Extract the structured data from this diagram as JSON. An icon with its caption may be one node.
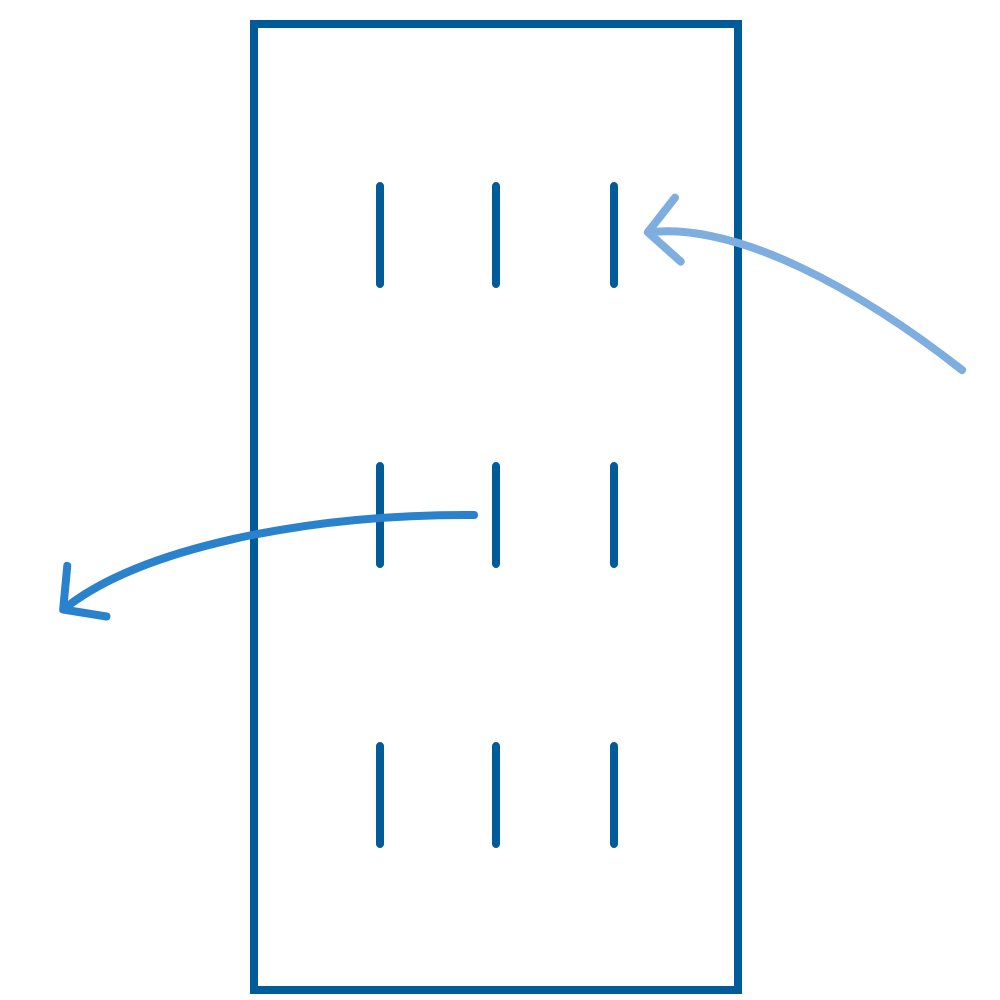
{
  "diagram": {
    "nodes": [
      {
        "text": [],
        "shape": "box"
      },
      {
        "text": [],
        "shape": "bar",
        "in": 0
      },
      {
        "text": [],
        "shape": "bar",
        "in": 0
      },
      {
        "text": [],
        "shape": "bar",
        "in": 0
      },
      {
        "text": [],
        "shape": "bar",
        "in": 0
      },
      {
        "text": [],
        "shape": "bar",
        "in": 0
      },
      {
        "text": [],
        "shape": "bar",
        "in": 0
      },
      {
        "text": [],
        "shape": "bar",
        "in": 0
      },
      {
        "text": [],
        "shape": "bar",
        "in": 0
      },
      {
        "text": [],
        "shape": "bar",
        "in": 0
      }
    ],
    "edges": [
      {
        "from": null,
        "to": 3,
        "arrow": "to",
        "color": "#7eaee0"
      },
      {
        "from": 5,
        "to": null,
        "arrow": "to",
        "color": "#2b82cc"
      }
    ]
  }
}
